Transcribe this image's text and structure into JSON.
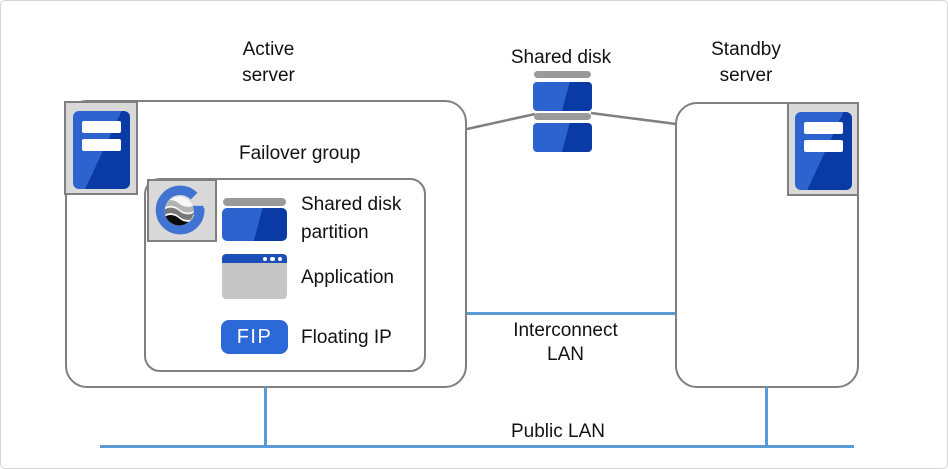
{
  "diagram_type": "failover-cluster-architecture",
  "labels": {
    "active_server": "Active\nserver",
    "shared_disk": "Shared disk",
    "standby_server": "Standby\nserver",
    "failover_group": "Failover group",
    "shared_disk_partition": "Shared disk\npartition",
    "application": "Application",
    "fip_badge": "FIP",
    "floating_ip": "Floating IP",
    "interconnect_lan": "Interconnect\nLAN",
    "public_lan": "Public LAN"
  },
  "icons": {
    "active_server": "server-tower-icon",
    "standby_server": "server-tower-icon",
    "shared_disk": "disk-stack-icon",
    "failover_group_logo": "cluster-logo-icon",
    "shared_disk_partition": "disk-partition-icon",
    "application": "app-window-icon",
    "floating_ip": "fip-badge"
  },
  "colors": {
    "box_border_gray": "#7f7f7f",
    "network_line_blue": "#5b9bd5",
    "icon_blue_light": "#2d63cf",
    "icon_blue_dark": "#0a3aa4",
    "fip_blue": "#2d68d8",
    "titlebar_blue": "#1d4fb8",
    "disk_cap_gray": "#9a9a9a",
    "app_body_gray": "#c6c6c6",
    "icon_background_gray": "#d9d9d9",
    "logo_ring_blue": "#4173d2"
  }
}
